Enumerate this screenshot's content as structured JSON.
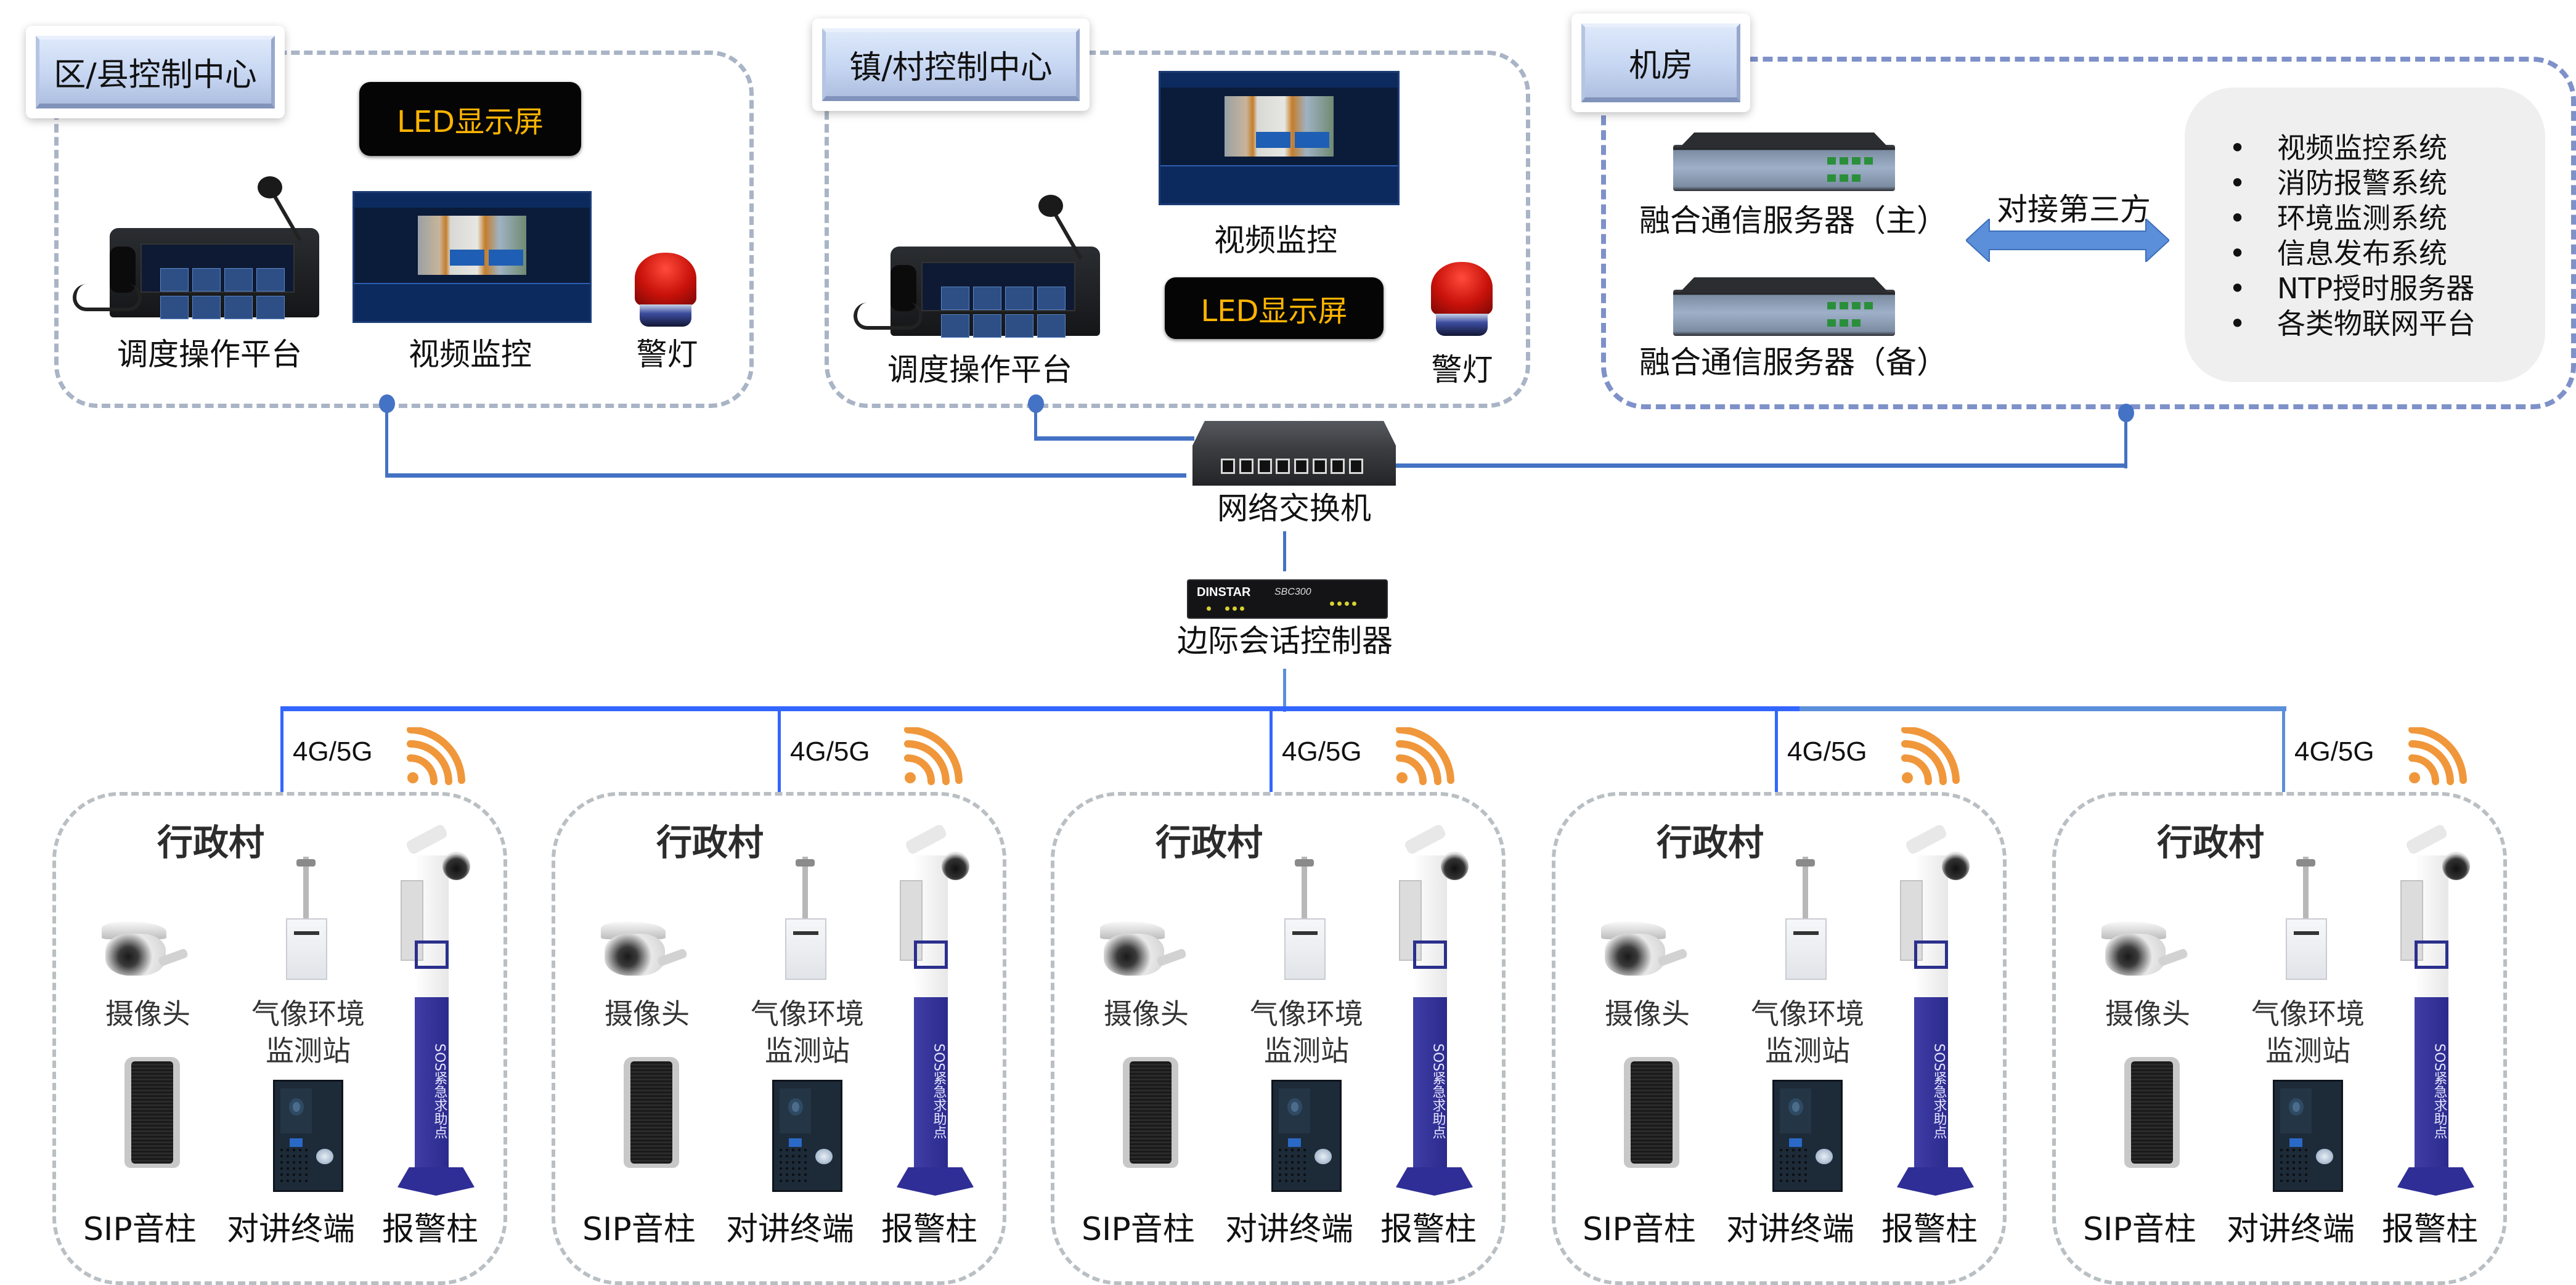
{
  "colors": {
    "link_line": "#4472c4",
    "bus_line": "#3366ff",
    "signal_icon": "#f0973b",
    "led_text": "#ffb400",
    "group_border": "#a9b4c6",
    "server_room_border": "#7f91c9",
    "village_border": "#b9bfc3"
  },
  "district_center": {
    "title": "区/县控制中心",
    "led_label": "LED显示屏",
    "devices": [
      {
        "icon": "dispatch-console-icon",
        "label": "调度操作平台"
      },
      {
        "icon": "video-monitor-icon",
        "label": "视频监控"
      },
      {
        "icon": "warning-light-icon",
        "label": "警灯"
      }
    ]
  },
  "town_center": {
    "title": "镇/村控制中心",
    "led_label": "LED显示屏",
    "devices": [
      {
        "icon": "dispatch-console-icon",
        "label": "调度操作平台"
      },
      {
        "icon": "video-monitor-icon",
        "label": "视频监控"
      },
      {
        "icon": "warning-light-icon",
        "label": "警灯"
      }
    ]
  },
  "server_room": {
    "title": "机房",
    "servers": [
      {
        "icon": "rack-server-icon",
        "label": "融合通信服务器（主）"
      },
      {
        "icon": "rack-server-icon",
        "label": "融合通信服务器（备）"
      }
    ],
    "arrow_label": "对接第三方",
    "third_party_systems": [
      "视频监控系统",
      "消防报警系统",
      "环境监测系统",
      "信息发布系统",
      "NTP授时服务器",
      "各类物联网平台"
    ]
  },
  "core": {
    "switch_label": "网络交换机",
    "sbc_label": "边际会话控制器",
    "sbc_brand": "DINSTAR",
    "sbc_model": "SBC300"
  },
  "villages": [
    {
      "network": "4G/5G",
      "title": "行政村",
      "camera": "摄像头",
      "weather_line1": "气像环境",
      "weather_line2": "监测站",
      "speaker": "SIP音柱",
      "intercom": "对讲终端",
      "alarm": "报警柱",
      "alarm_text": "SOS紧急求助点"
    },
    {
      "network": "4G/5G",
      "title": "行政村",
      "camera": "摄像头",
      "weather_line1": "气像环境",
      "weather_line2": "监测站",
      "speaker": "SIP音柱",
      "intercom": "对讲终端",
      "alarm": "报警柱",
      "alarm_text": "SOS紧急求助点"
    },
    {
      "network": "4G/5G",
      "title": "行政村",
      "camera": "摄像头",
      "weather_line1": "气像环境",
      "weather_line2": "监测站",
      "speaker": "SIP音柱",
      "intercom": "对讲终端",
      "alarm": "报警柱",
      "alarm_text": "SOS紧急求助点"
    },
    {
      "network": "4G/5G",
      "title": "行政村",
      "camera": "摄像头",
      "weather_line1": "气像环境",
      "weather_line2": "监测站",
      "speaker": "SIP音柱",
      "intercom": "对讲终端",
      "alarm": "报警柱",
      "alarm_text": "SOS紧急求助点"
    },
    {
      "network": "4G/5G",
      "title": "行政村",
      "camera": "摄像头",
      "weather_line1": "气像环境",
      "weather_line2": "监测站",
      "speaker": "SIP音柱",
      "intercom": "对讲终端",
      "alarm": "报警柱",
      "alarm_text": "SOS紧急求助点"
    }
  ]
}
